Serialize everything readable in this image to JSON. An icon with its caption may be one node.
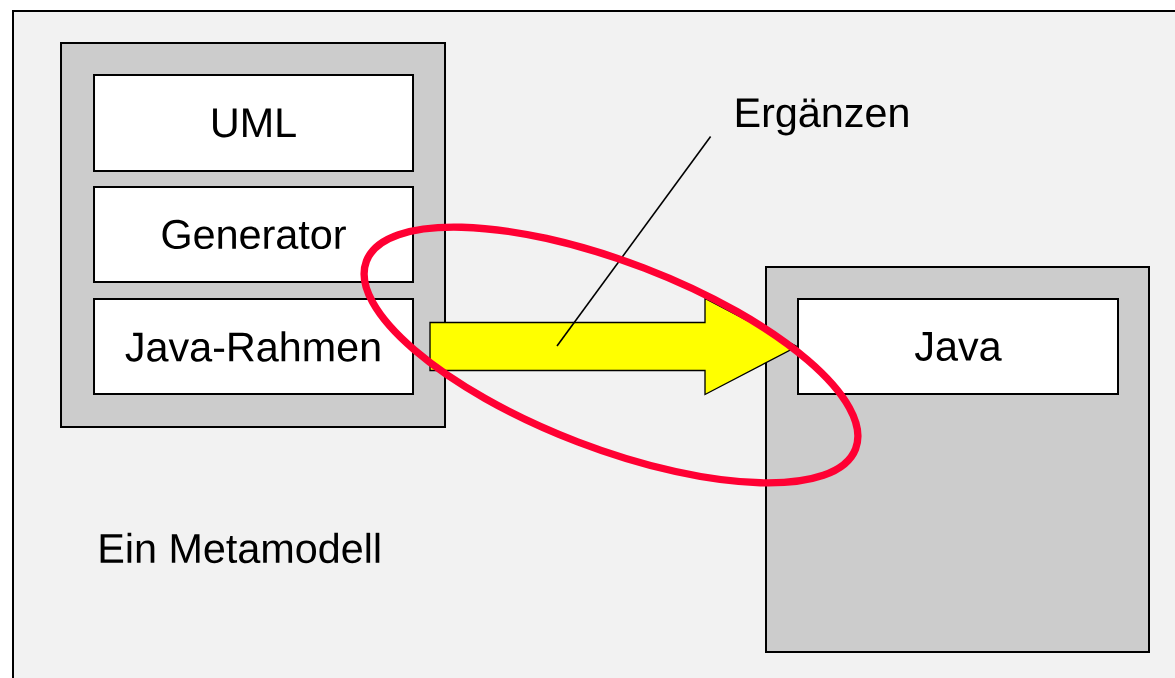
{
  "diagram": {
    "nodes": [
      {
        "text": [
          "Ein Metamodell"
        ]
      },
      {
        "text": [],
        "shape": "box",
        "in": 0
      },
      {
        "text": [
          "UML"
        ],
        "in": 1
      },
      {
        "text": [
          "Generator"
        ],
        "in": 1
      },
      {
        "text": [
          "Java-Rahmen"
        ],
        "in": 1
      },
      {
        "text": [],
        "shape": "box",
        "in": 0
      },
      {
        "text": [
          "Java"
        ],
        "in": 5
      },
      {
        "text": [
          "Ergänzen"
        ],
        "in": 0
      }
    ],
    "edges": [
      {
        "from": 4,
        "to": 6,
        "arrow": "to",
        "style": "thick",
        "color": "#ffff00"
      },
      {
        "from": 7,
        "to": null,
        "arrow": "none"
      }
    ]
  }
}
